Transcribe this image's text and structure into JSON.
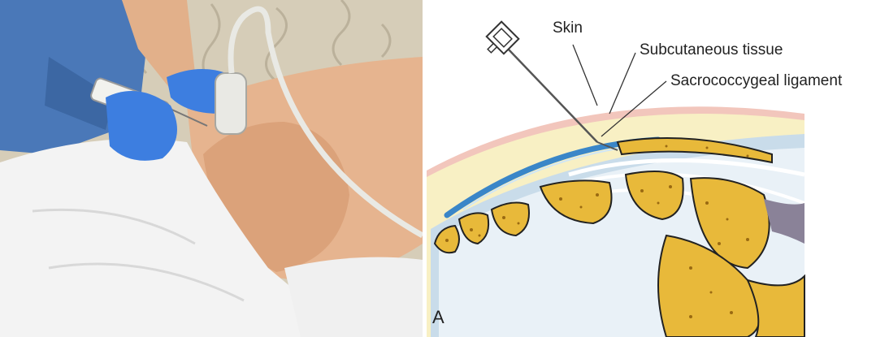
{
  "figure": {
    "panel_letter": "A",
    "labels": {
      "skin": "Skin",
      "subcutaneous": "Subcutaneous tissue",
      "ligament": "Sacrococcygeal ligament"
    }
  },
  "colors": {
    "bone": "#e8b93a",
    "bone_dots": "#9a6a12",
    "fat": "#f8f0c4",
    "skin_pink": "#f2c6bc",
    "ligament_blue": "#3a86c8",
    "fascia": "#c9dcea",
    "glove": "#3d7ee0",
    "scrubs": "#4a78b8",
    "drape": "#f3f3f3",
    "skin_tone": "#e6b48f"
  }
}
